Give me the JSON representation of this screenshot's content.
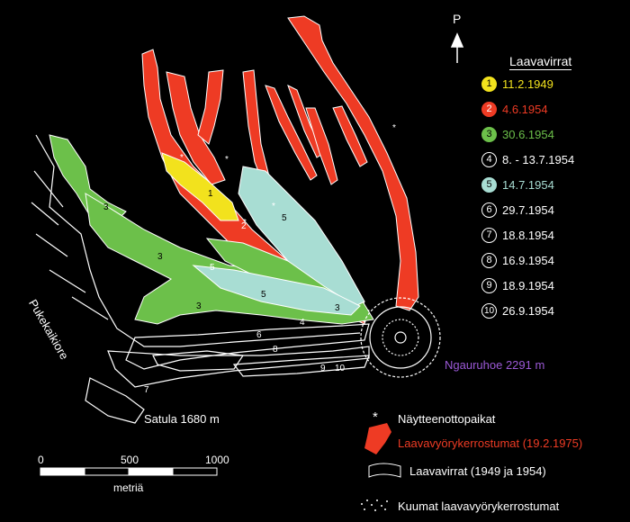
{
  "north": {
    "label": "P"
  },
  "legend": {
    "title": "Laavavirrat",
    "flows": [
      {
        "num": "1",
        "date": "11.2.1949",
        "color": "#f2e21d"
      },
      {
        "num": "2",
        "date": "4.6.1954",
        "color": "#ee3b24"
      },
      {
        "num": "3",
        "date": "30.6.1954",
        "color": "#6cc04a"
      },
      {
        "num": "4",
        "date": "8. - 13.7.1954",
        "color": "#ffffff"
      },
      {
        "num": "5",
        "date": "14.7.1954",
        "color": "#a8ddd3"
      },
      {
        "num": "6",
        "date": "29.7.1954",
        "color": "#ffffff"
      },
      {
        "num": "7",
        "date": "18.8.1954",
        "color": "#ffffff"
      },
      {
        "num": "8",
        "date": "16.9.1954",
        "color": "#ffffff"
      },
      {
        "num": "9",
        "date": "18.9.1954",
        "color": "#ffffff"
      },
      {
        "num": "10",
        "date": "26.9.1954",
        "color": "#ffffff"
      }
    ],
    "symbols": {
      "sample_sites": "Näytteenottopaikat",
      "avalanche_1975": "Laavavyörykerrostumat (19.2.1975)",
      "lava_flows": "Laavavirrat (1949 ja 1954)",
      "hot_deposits": "Kuumat laavavyörykerrostumat"
    }
  },
  "places": {
    "volcano": "Ngauruhoe 2291 m",
    "saddle": "Satula 1680 m",
    "ridge": "Pukekaikiore"
  },
  "scale": {
    "ticks": [
      "0",
      "500",
      "1000"
    ],
    "unit": "metriä"
  },
  "flow_labels": [
    "1",
    "2",
    "3",
    "3",
    "3",
    "3",
    "4",
    "5",
    "5",
    "5",
    "6",
    "7",
    "8",
    "9",
    "10"
  ],
  "colors": {
    "background": "#000000",
    "red": "#ee3b24",
    "green": "#6cc04a",
    "yellow": "#f2e21d",
    "cyan": "#a8ddd3",
    "volcano_label": "#9b59d6"
  }
}
